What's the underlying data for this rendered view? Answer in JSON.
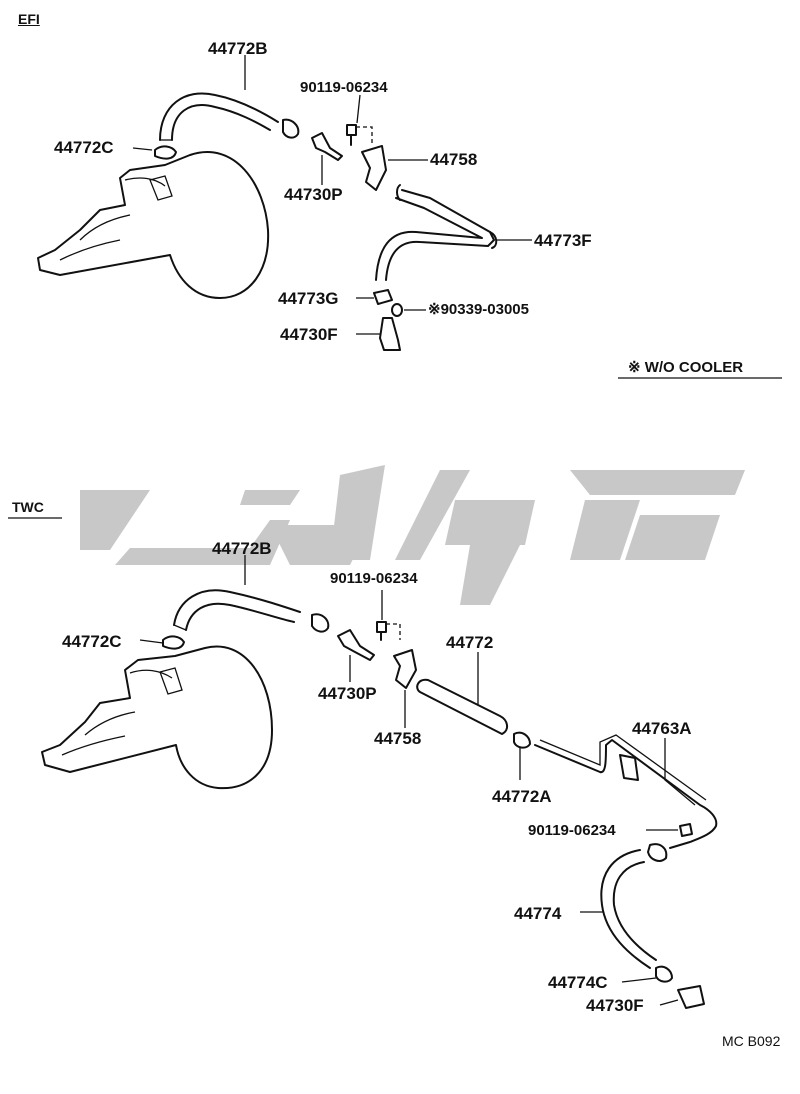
{
  "sections": {
    "efi": {
      "title": "EFI",
      "labels": {
        "hose_44772b": "44772B",
        "bolt_90119": "90119-06234",
        "clamp_44772c": "44772C",
        "bracket_44758": "44758",
        "valve_44730p": "44730P",
        "hose_44773f": "44773F",
        "clamp_44773g": "44773G",
        "plug_90339": "※90339-03005",
        "valve_44730f": "44730F"
      },
      "note": "※ W/O COOLER"
    },
    "twc": {
      "title": "TWC",
      "labels": {
        "hose_44772b": "44772B",
        "bolt_90119_top": "90119-06234",
        "clamp_44772c": "44772C",
        "hose_44772": "44772",
        "valve_44730p": "44730P",
        "bracket_44758": "44758",
        "pipe_44763a": "44763A",
        "clamp_44772a": "44772A",
        "bolt_90119_lower": "90119-06234",
        "hose_44774": "44774",
        "clamp_44774c": "44774C",
        "valve_44730f": "44730F"
      }
    }
  },
  "diagram_code": "MC B092",
  "colors": {
    "ink": "#111111",
    "watermark": "#c8c8c8",
    "background": "#ffffff"
  }
}
